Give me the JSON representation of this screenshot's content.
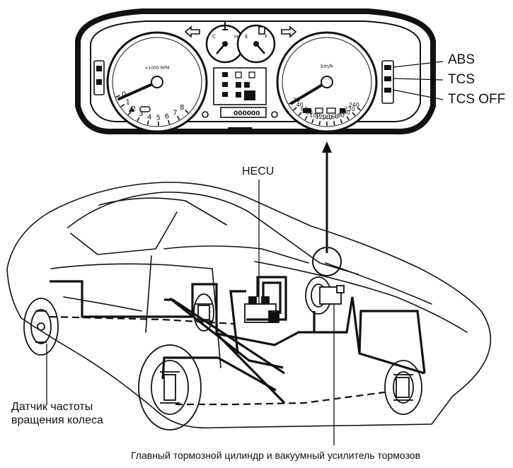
{
  "labels": {
    "abs": "ABS",
    "tcs": "TCS",
    "tcs_off": "TCS OFF",
    "hecu": "HECU",
    "wheel_sensor_line1": "Датчик частоты",
    "wheel_sensor_line2": "вращения колеса",
    "master_cylinder": "Главный тормозной цилиндр и вакуумный усилитель тормозов"
  },
  "tachometer": {
    "unit": "×1000 RPM",
    "ticks": [
      "0",
      "1",
      "2",
      "3",
      "4",
      "5",
      "6",
      "7",
      "8"
    ]
  },
  "speedometer": {
    "unit": "km/h",
    "ticks": [
      "20",
      "40",
      "60",
      "80",
      "100",
      "120",
      "140",
      "160",
      "180",
      "200",
      "220",
      "240"
    ]
  },
  "fuel_gauge": {
    "low": "E",
    "high": "F"
  },
  "temp_gauge": {
    "low": "C",
    "high": "H"
  },
  "odometer": "000000"
}
